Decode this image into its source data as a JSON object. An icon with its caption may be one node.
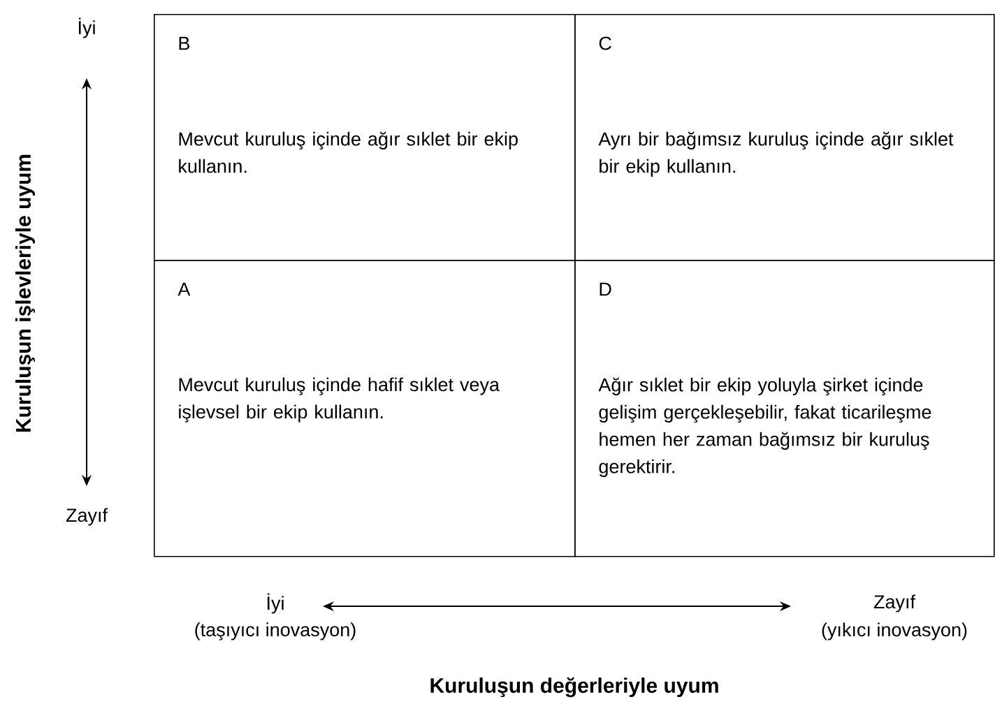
{
  "diagram": {
    "nodes": [
      {
        "text": [
          "B",
          "Mevcut kuruluş içinde ağır sıklet bir ekip kullanın."
        ]
      },
      {
        "text": [
          "C",
          "Ayrı bir bağımsız kuruluş içinde ağır sıklet bir ekip kullanın."
        ]
      },
      {
        "text": [
          "A",
          "Mevcut kuruluş içinde hafif sıklet veya işlevsel bir ekip kullanın."
        ]
      },
      {
        "text": [
          "D",
          "Ağır sıklet bir ekip yoluyla şirket içinde gelişim gerçekleşebilir, fakat ticarileşme hemen her zaman bağımsız bir kuruluş gerektirir."
        ]
      }
    ],
    "labels": [
      "İyi",
      "Kuruluşun işlevleriyle uyum",
      "Zayıf",
      "İyi",
      "(taşıyıcı inovasyon)",
      "Zayıf",
      "(yıkıcı inovasyon)",
      "Kuruluşun değerleriyle uyum"
    ]
  }
}
